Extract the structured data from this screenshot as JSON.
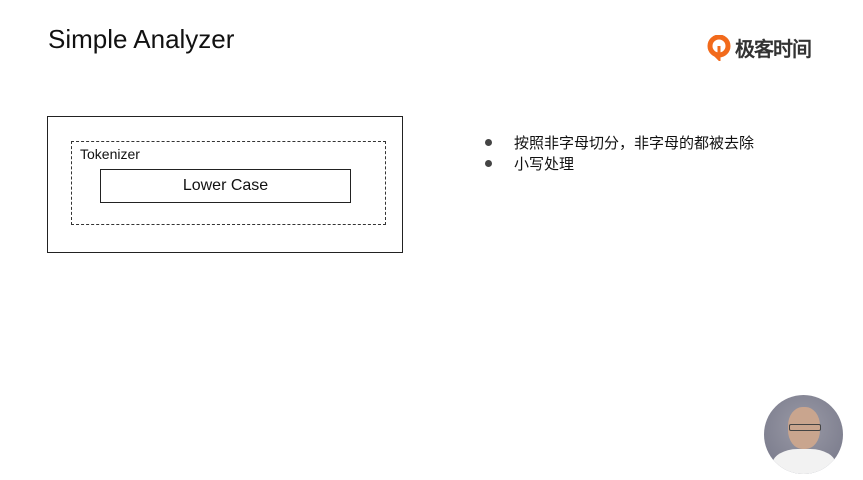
{
  "slide": {
    "title": "Simple Analyzer",
    "logo_text": "极客时间",
    "diagram": {
      "tokenizer_label": "Tokenizer",
      "filter_label": "Lower Case"
    },
    "bullets": [
      "按照非字母切分，非字母的都被去除",
      "小写处理"
    ]
  },
  "colors": {
    "logo_orange": "#f26a1b"
  }
}
